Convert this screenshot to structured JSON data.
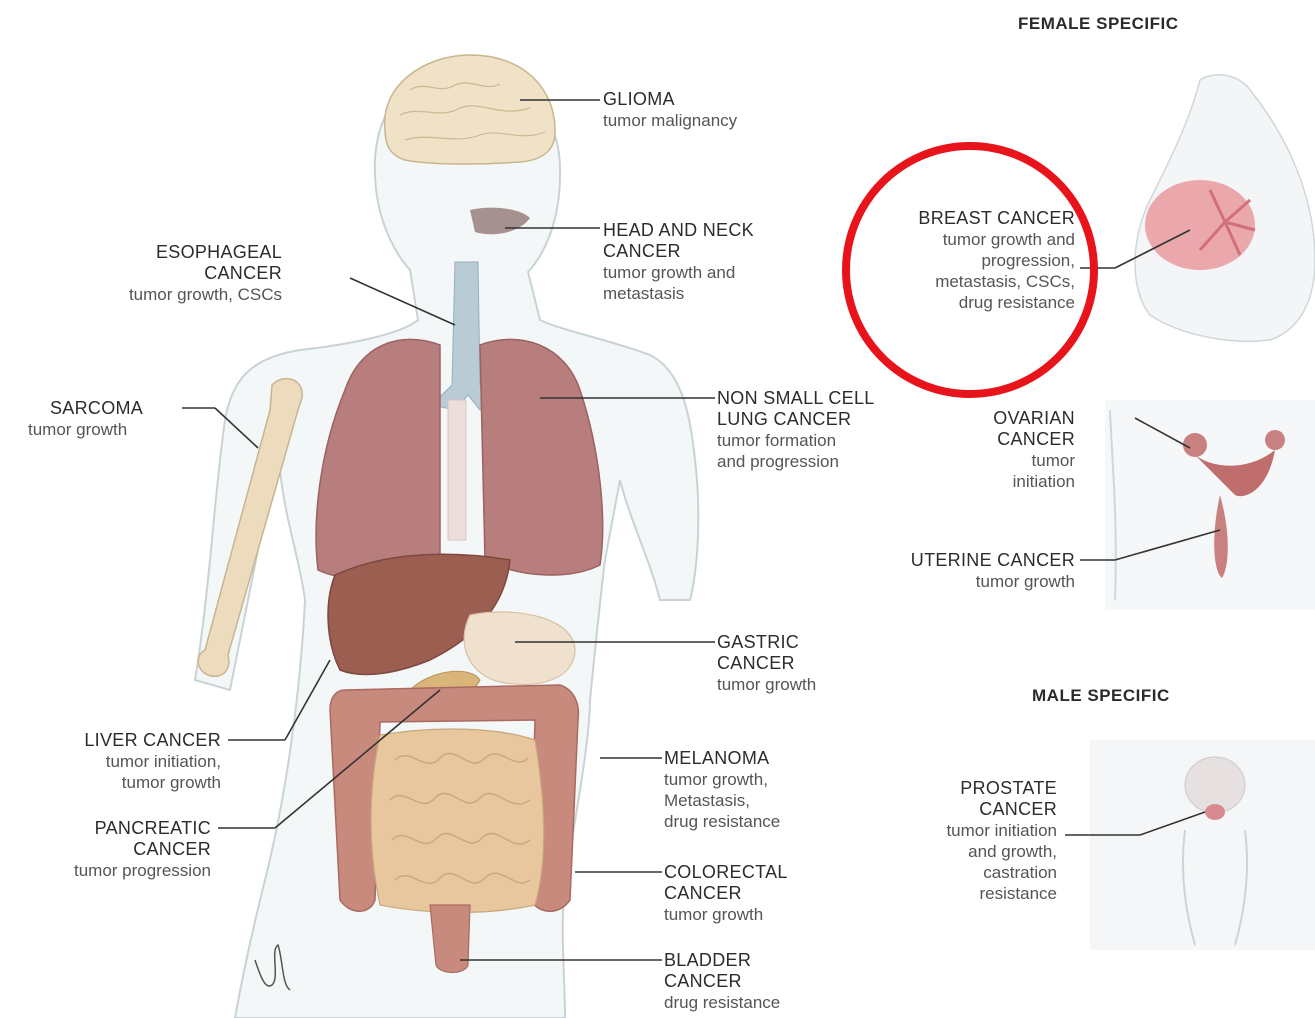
{
  "headers": {
    "female": "FEMALE SPECIFIC",
    "male": "MALE SPECIFIC"
  },
  "labels": {
    "glioma": {
      "title": "GLIOMA",
      "lines": [
        "tumor malignancy"
      ]
    },
    "head_neck": {
      "title": "HEAD AND NECK",
      "lines": [
        "CANCER",
        "tumor growth and",
        "metastasis"
      ]
    },
    "esophageal": {
      "title": "ESOPHAGEAL",
      "lines": [
        "CANCER",
        "tumor growth, CSCs"
      ]
    },
    "sarcoma": {
      "title": "SARCOMA",
      "lines": [
        "tumor growth"
      ]
    },
    "nsclc": {
      "title": "NON SMALL CELL",
      "lines": [
        "LUNG CANCER",
        "tumor formation",
        "and progression"
      ]
    },
    "gastric": {
      "title": "GASTRIC",
      "lines": [
        "CANCER",
        "tumor growth"
      ]
    },
    "liver": {
      "title": "LIVER CANCER",
      "lines": [
        "tumor initiation,",
        "tumor growth"
      ]
    },
    "melanoma": {
      "title": "MELANOMA",
      "lines": [
        "tumor growth,",
        "Metastasis,",
        "drug resistance"
      ]
    },
    "pancreatic": {
      "title": "PANCREATIC",
      "lines": [
        "CANCER",
        "tumor progression"
      ]
    },
    "colorectal": {
      "title": "COLORECTAL",
      "lines": [
        "CANCER",
        "tumor growth"
      ]
    },
    "bladder": {
      "title": "BLADDER",
      "lines": [
        "CANCER",
        "drug resistance"
      ]
    },
    "breast": {
      "title": "BREAST CANCER",
      "lines": [
        "tumor growth and",
        "progression,",
        "metastasis, CSCs,",
        "drug resistance"
      ]
    },
    "ovarian": {
      "title": "OVARIAN",
      "lines": [
        "CANCER",
        "tumor",
        "initiation"
      ]
    },
    "uterine": {
      "title": "UTERINE CANCER",
      "lines": [
        "tumor growth"
      ]
    },
    "prostate": {
      "title": "PROSTATE",
      "lines": [
        "CANCER",
        "tumor initiation",
        "and growth,",
        "castration",
        "resistance"
      ]
    }
  },
  "colors": {
    "highlight_circle": "#e8141c",
    "lung": "#b87d7d",
    "liver": "#9c5e50",
    "intestine": "#e8c79e",
    "colon": "#c98a7e",
    "bone": "#ecdcbd",
    "brain": "#efe2c6",
    "trachea": "#b9ccd6",
    "body_outline": "#c9d3d6"
  }
}
